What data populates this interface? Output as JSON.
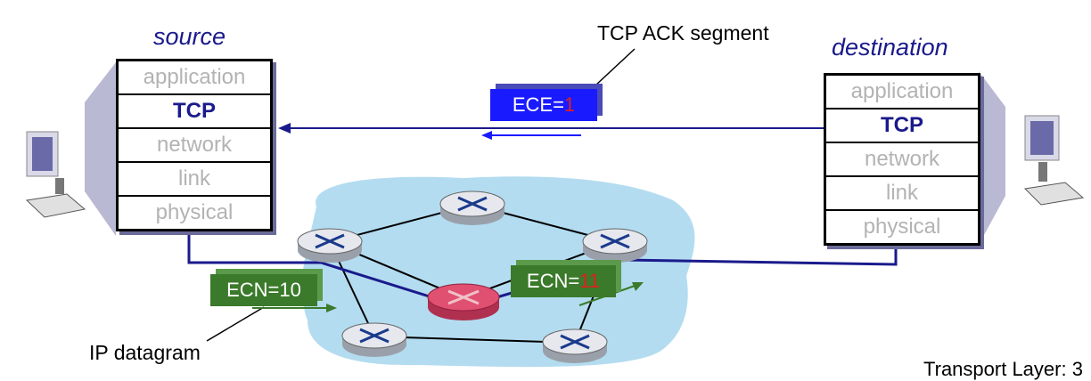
{
  "source": {
    "title": "source",
    "layers": [
      "application",
      "TCP",
      "network",
      "link",
      "physical"
    ]
  },
  "destination": {
    "title": "destination",
    "layers": [
      "application",
      "TCP",
      "network",
      "link",
      "physical"
    ]
  },
  "ack_label": "TCP ACK segment",
  "ack_packet": {
    "prefix": "ECE=",
    "value": "1"
  },
  "datagram_label": "IP datagram",
  "ecn_packet_1": {
    "prefix": "ECN=",
    "value": "10"
  },
  "ecn_packet_2": {
    "prefix": "ECN=",
    "value": "11"
  },
  "footer": "Transport Layer: 3",
  "colors": {
    "cloud": "#b3dcf0",
    "path": "#1a1a8c",
    "congested_router": "#e05070",
    "ece_packet": "#1a1aff",
    "ecn_packet": "#3a7a2a"
  }
}
